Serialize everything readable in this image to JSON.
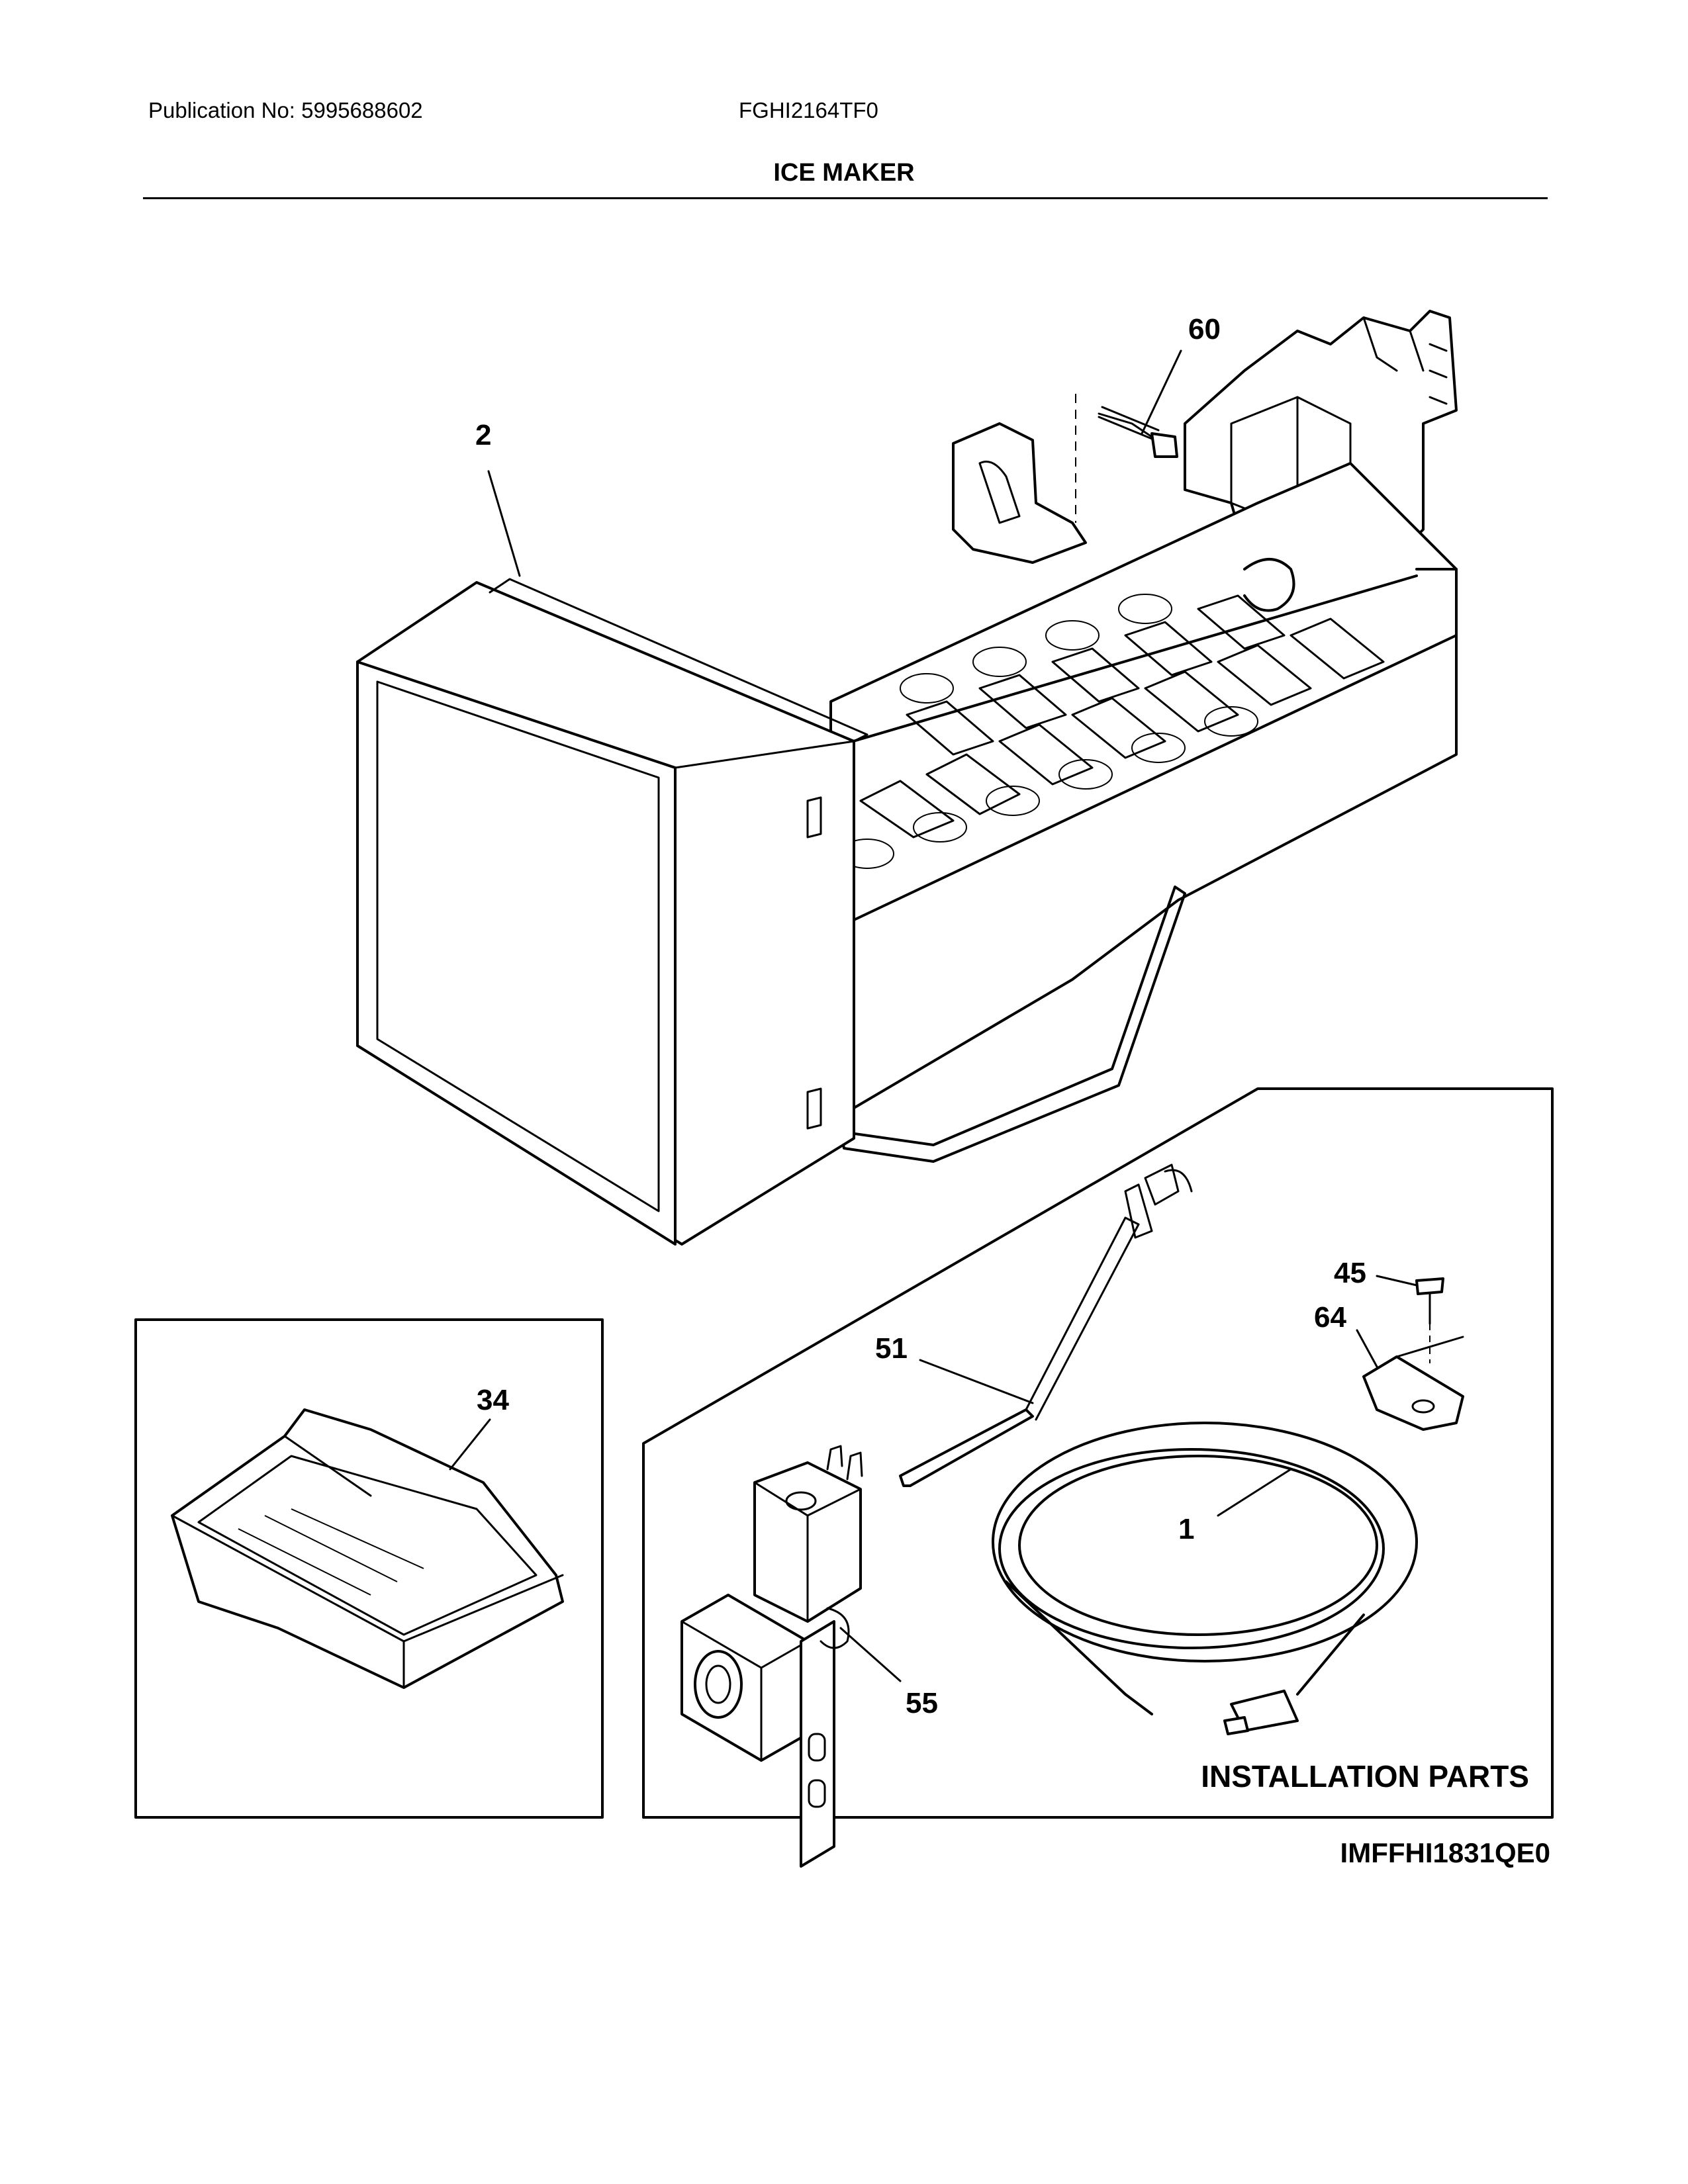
{
  "header": {
    "publication": "Publication No: 5995688602",
    "model": "FGHI2164TF0",
    "section_title": "ICE MAKER"
  },
  "callouts": {
    "ice_maker": "2",
    "screw": "60",
    "ice_bin": "34",
    "screw_small": "45",
    "clamp": "64",
    "fill_tube": "51",
    "water_tube": "1",
    "water_valve": "55"
  },
  "installation_label": "INSTALLATION PARTS",
  "diagram_code": "IMFFHI1831QE0"
}
